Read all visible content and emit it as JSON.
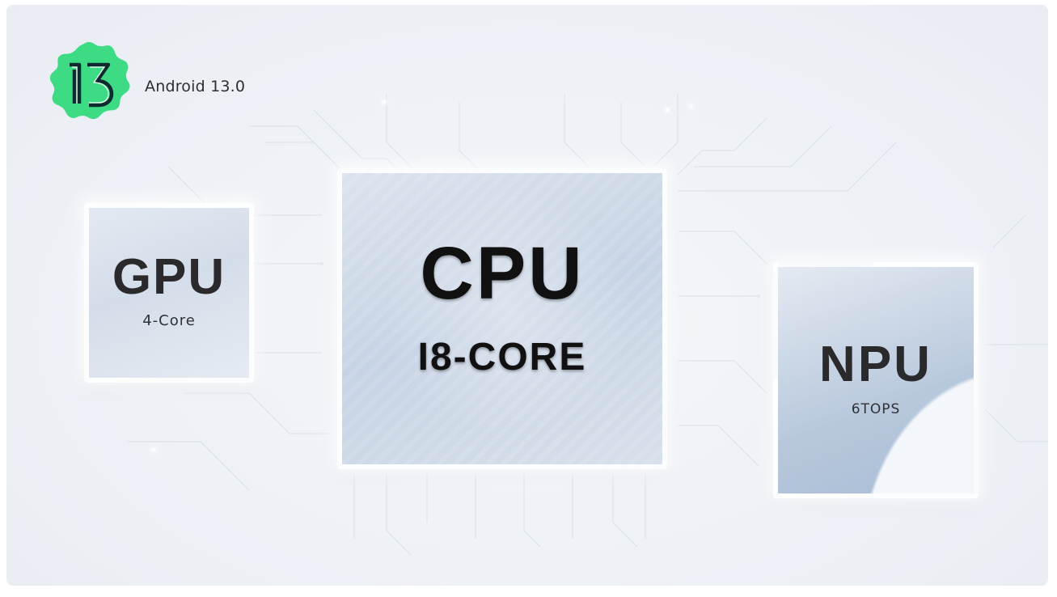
{
  "header": {
    "badge_number": "13",
    "badge_color": "#3ddc84",
    "os_label": "Android 13.0"
  },
  "chips": {
    "gpu": {
      "title": "GPU",
      "subtitle": "4-Core"
    },
    "cpu": {
      "title": "CPU",
      "subtitle": "I8-CORE"
    },
    "npu": {
      "title": "NPU",
      "subtitle": "6TOPS"
    }
  },
  "colors": {
    "background": "#eef1f6",
    "text_dark": "#2a2a2c",
    "badge_digits": "#0d2a2e"
  }
}
